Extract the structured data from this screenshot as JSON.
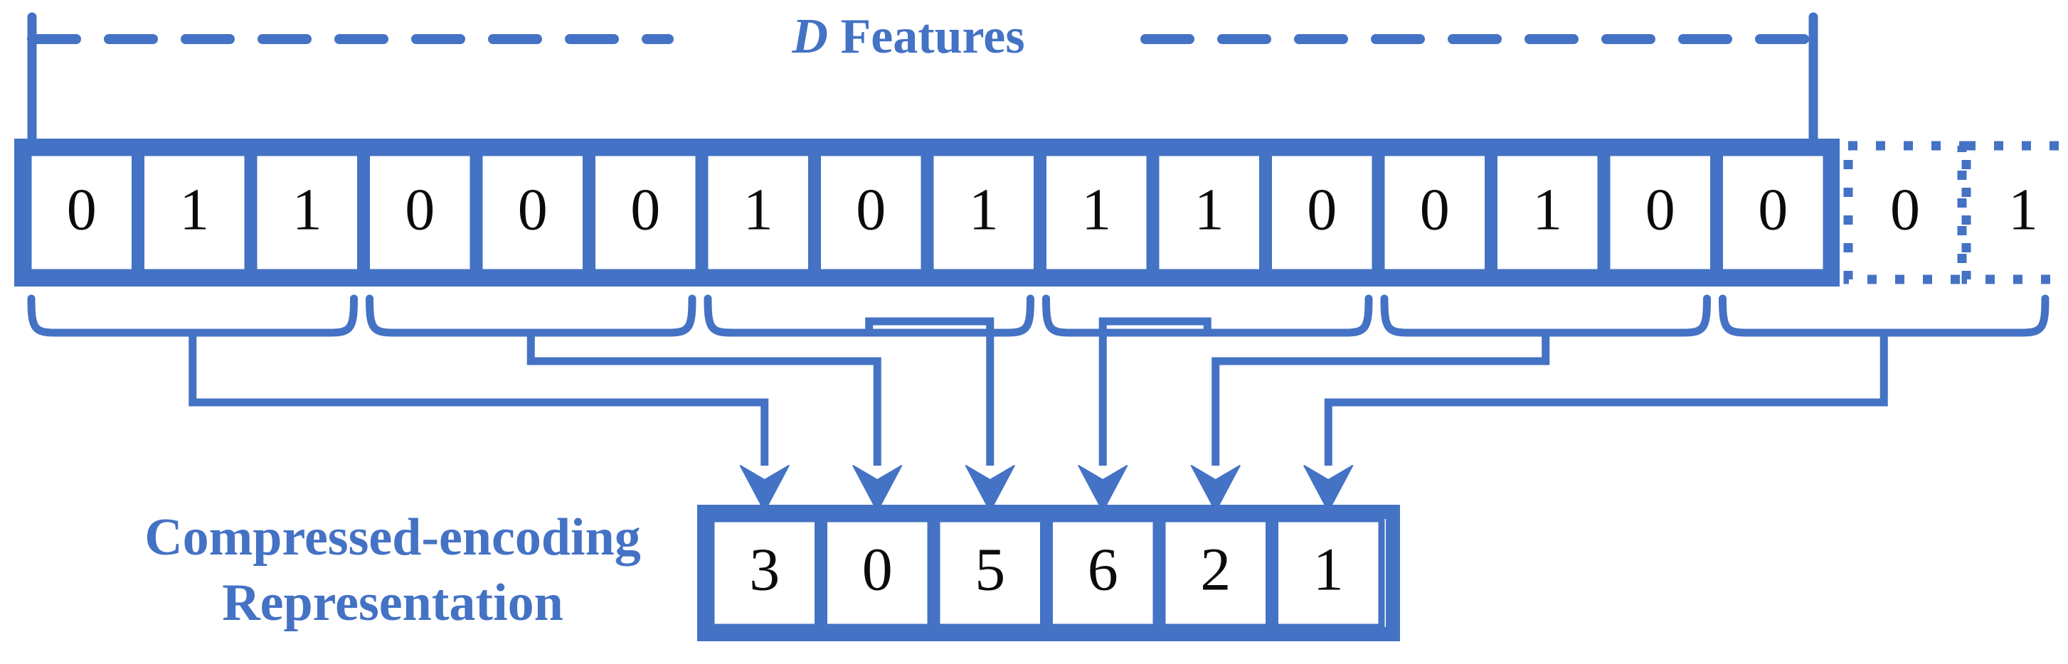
{
  "colors": {
    "accent": "#4472C4",
    "digit": "#0b0b0b",
    "background": "#FFFFFF"
  },
  "title": {
    "emphasis": "D",
    "text": " Features"
  },
  "labels": {
    "representation_line1": "Compressed-encoding",
    "representation_line2": "Representation"
  },
  "feature_vector": {
    "solid_bits": [
      "0",
      "1",
      "1",
      "0",
      "0",
      "0",
      "1",
      "0",
      "1",
      "1",
      "1",
      "0",
      "0",
      "1",
      "0",
      "0"
    ],
    "dotted_bits": [
      "0",
      "1"
    ]
  },
  "compressed": {
    "values": [
      "3",
      "0",
      "5",
      "6",
      "2",
      "1"
    ]
  },
  "groups": [
    {
      "index": 1,
      "bits": [
        "0",
        "1",
        "1"
      ],
      "value": "3"
    },
    {
      "index": 2,
      "bits": [
        "0",
        "0",
        "0"
      ],
      "value": "0"
    },
    {
      "index": 3,
      "bits": [
        "1",
        "0",
        "1"
      ],
      "value": "5"
    },
    {
      "index": 4,
      "bits": [
        "1",
        "1",
        "0"
      ],
      "value": "6"
    },
    {
      "index": 5,
      "bits": [
        "0",
        "1",
        "0"
      ],
      "value": "2"
    },
    {
      "index": 6,
      "bits": [
        "0",
        "0",
        "1"
      ],
      "value": "1"
    }
  ]
}
